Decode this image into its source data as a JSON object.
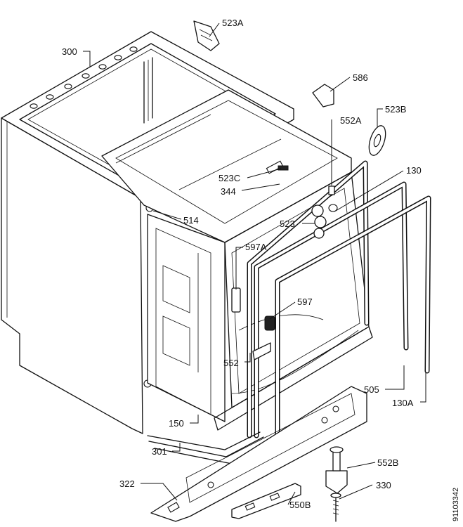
{
  "labels": [
    {
      "id": "523A",
      "text": "523A"
    },
    {
      "id": "300",
      "text": "300"
    },
    {
      "id": "586",
      "text": "586"
    },
    {
      "id": "552A",
      "text": "552A"
    },
    {
      "id": "523B",
      "text": "523B"
    },
    {
      "id": "130",
      "text": "130"
    },
    {
      "id": "523C",
      "text": "523C"
    },
    {
      "id": "344",
      "text": "344"
    },
    {
      "id": "514",
      "text": "514"
    },
    {
      "id": "523",
      "text": "523"
    },
    {
      "id": "597A",
      "text": "597A"
    },
    {
      "id": "597",
      "text": "597"
    },
    {
      "id": "552",
      "text": "552"
    },
    {
      "id": "505",
      "text": "505"
    },
    {
      "id": "130A",
      "text": "130A"
    },
    {
      "id": "150",
      "text": "150"
    },
    {
      "id": "301",
      "text": "301"
    },
    {
      "id": "552B",
      "text": "552B"
    },
    {
      "id": "322",
      "text": "322"
    },
    {
      "id": "330",
      "text": "330"
    },
    {
      "id": "550B",
      "text": "550B"
    }
  ],
  "drawing_number": "91103342"
}
